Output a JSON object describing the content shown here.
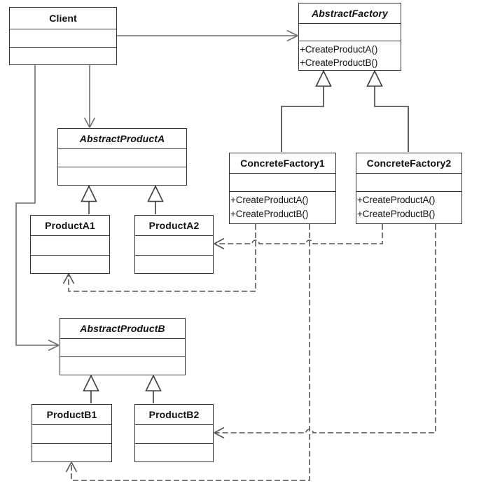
{
  "colors": {
    "background": "#ffffff",
    "box_border": "#333333",
    "box_fill": "#ffffff",
    "text": "#111111",
    "association_line": "#6e6e6e",
    "generalization_line": "#3d3d3d",
    "dependency_line": "#545454"
  },
  "classes": {
    "client": {
      "name": "Client",
      "abstract": false,
      "methods": []
    },
    "abstract_factory": {
      "name": "AbstractFactory",
      "abstract": true,
      "methods": [
        "+CreateProductA()",
        "+CreateProductB()"
      ]
    },
    "concrete_factory1": {
      "name": "ConcreteFactory1",
      "abstract": false,
      "methods": [
        "+CreateProductA()",
        "+CreateProductB()"
      ]
    },
    "concrete_factory2": {
      "name": "ConcreteFactory2",
      "abstract": false,
      "methods": [
        "+CreateProductA()",
        "+CreateProductB()"
      ]
    },
    "abstract_product_a": {
      "name": "AbstractProductA",
      "abstract": true,
      "methods": []
    },
    "product_a1": {
      "name": "ProductA1",
      "abstract": false,
      "methods": []
    },
    "product_a2": {
      "name": "ProductA2",
      "abstract": false,
      "methods": []
    },
    "abstract_product_b": {
      "name": "AbstractProductB",
      "abstract": true,
      "methods": []
    },
    "product_b1": {
      "name": "ProductB1",
      "abstract": false,
      "methods": []
    },
    "product_b2": {
      "name": "ProductB2",
      "abstract": false,
      "methods": []
    }
  },
  "relationships": [
    {
      "from": "Client",
      "to": "AbstractFactory",
      "type": "association"
    },
    {
      "from": "Client",
      "to": "AbstractProductA",
      "type": "association"
    },
    {
      "from": "Client",
      "to": "AbstractProductB",
      "type": "association"
    },
    {
      "from": "ConcreteFactory1",
      "to": "AbstractFactory",
      "type": "generalization"
    },
    {
      "from": "ConcreteFactory2",
      "to": "AbstractFactory",
      "type": "generalization"
    },
    {
      "from": "ProductA1",
      "to": "AbstractProductA",
      "type": "generalization"
    },
    {
      "from": "ProductA2",
      "to": "AbstractProductA",
      "type": "generalization"
    },
    {
      "from": "ProductB1",
      "to": "AbstractProductB",
      "type": "generalization"
    },
    {
      "from": "ProductB2",
      "to": "AbstractProductB",
      "type": "generalization"
    },
    {
      "from": "ConcreteFactory1",
      "to": "ProductA1",
      "type": "dependency"
    },
    {
      "from": "ConcreteFactory1",
      "to": "ProductB1",
      "type": "dependency"
    },
    {
      "from": "ConcreteFactory2",
      "to": "ProductA2",
      "type": "dependency"
    },
    {
      "from": "ConcreteFactory2",
      "to": "ProductB2",
      "type": "dependency"
    }
  ]
}
